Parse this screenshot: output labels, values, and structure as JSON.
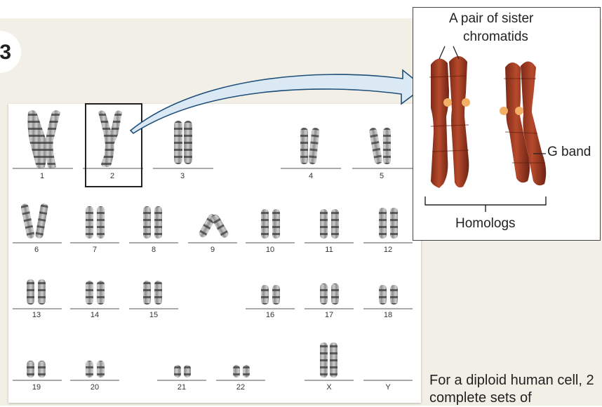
{
  "badge": "3",
  "karyotype": {
    "labels": [
      "1",
      "2",
      "3",
      "4",
      "5",
      "6",
      "7",
      "8",
      "9",
      "10",
      "11",
      "12",
      "13",
      "14",
      "15",
      "16",
      "17",
      "18",
      "19",
      "20",
      "21",
      "22",
      "X",
      "Y"
    ]
  },
  "inset": {
    "sister_chromatids_label_line1": "A pair of sister",
    "sister_chromatids_label_line2": "chromatids",
    "g_band_label": "G band",
    "homologs_label": "Homologs"
  },
  "caption": "For a diploid human cell, 2 complete sets of"
}
